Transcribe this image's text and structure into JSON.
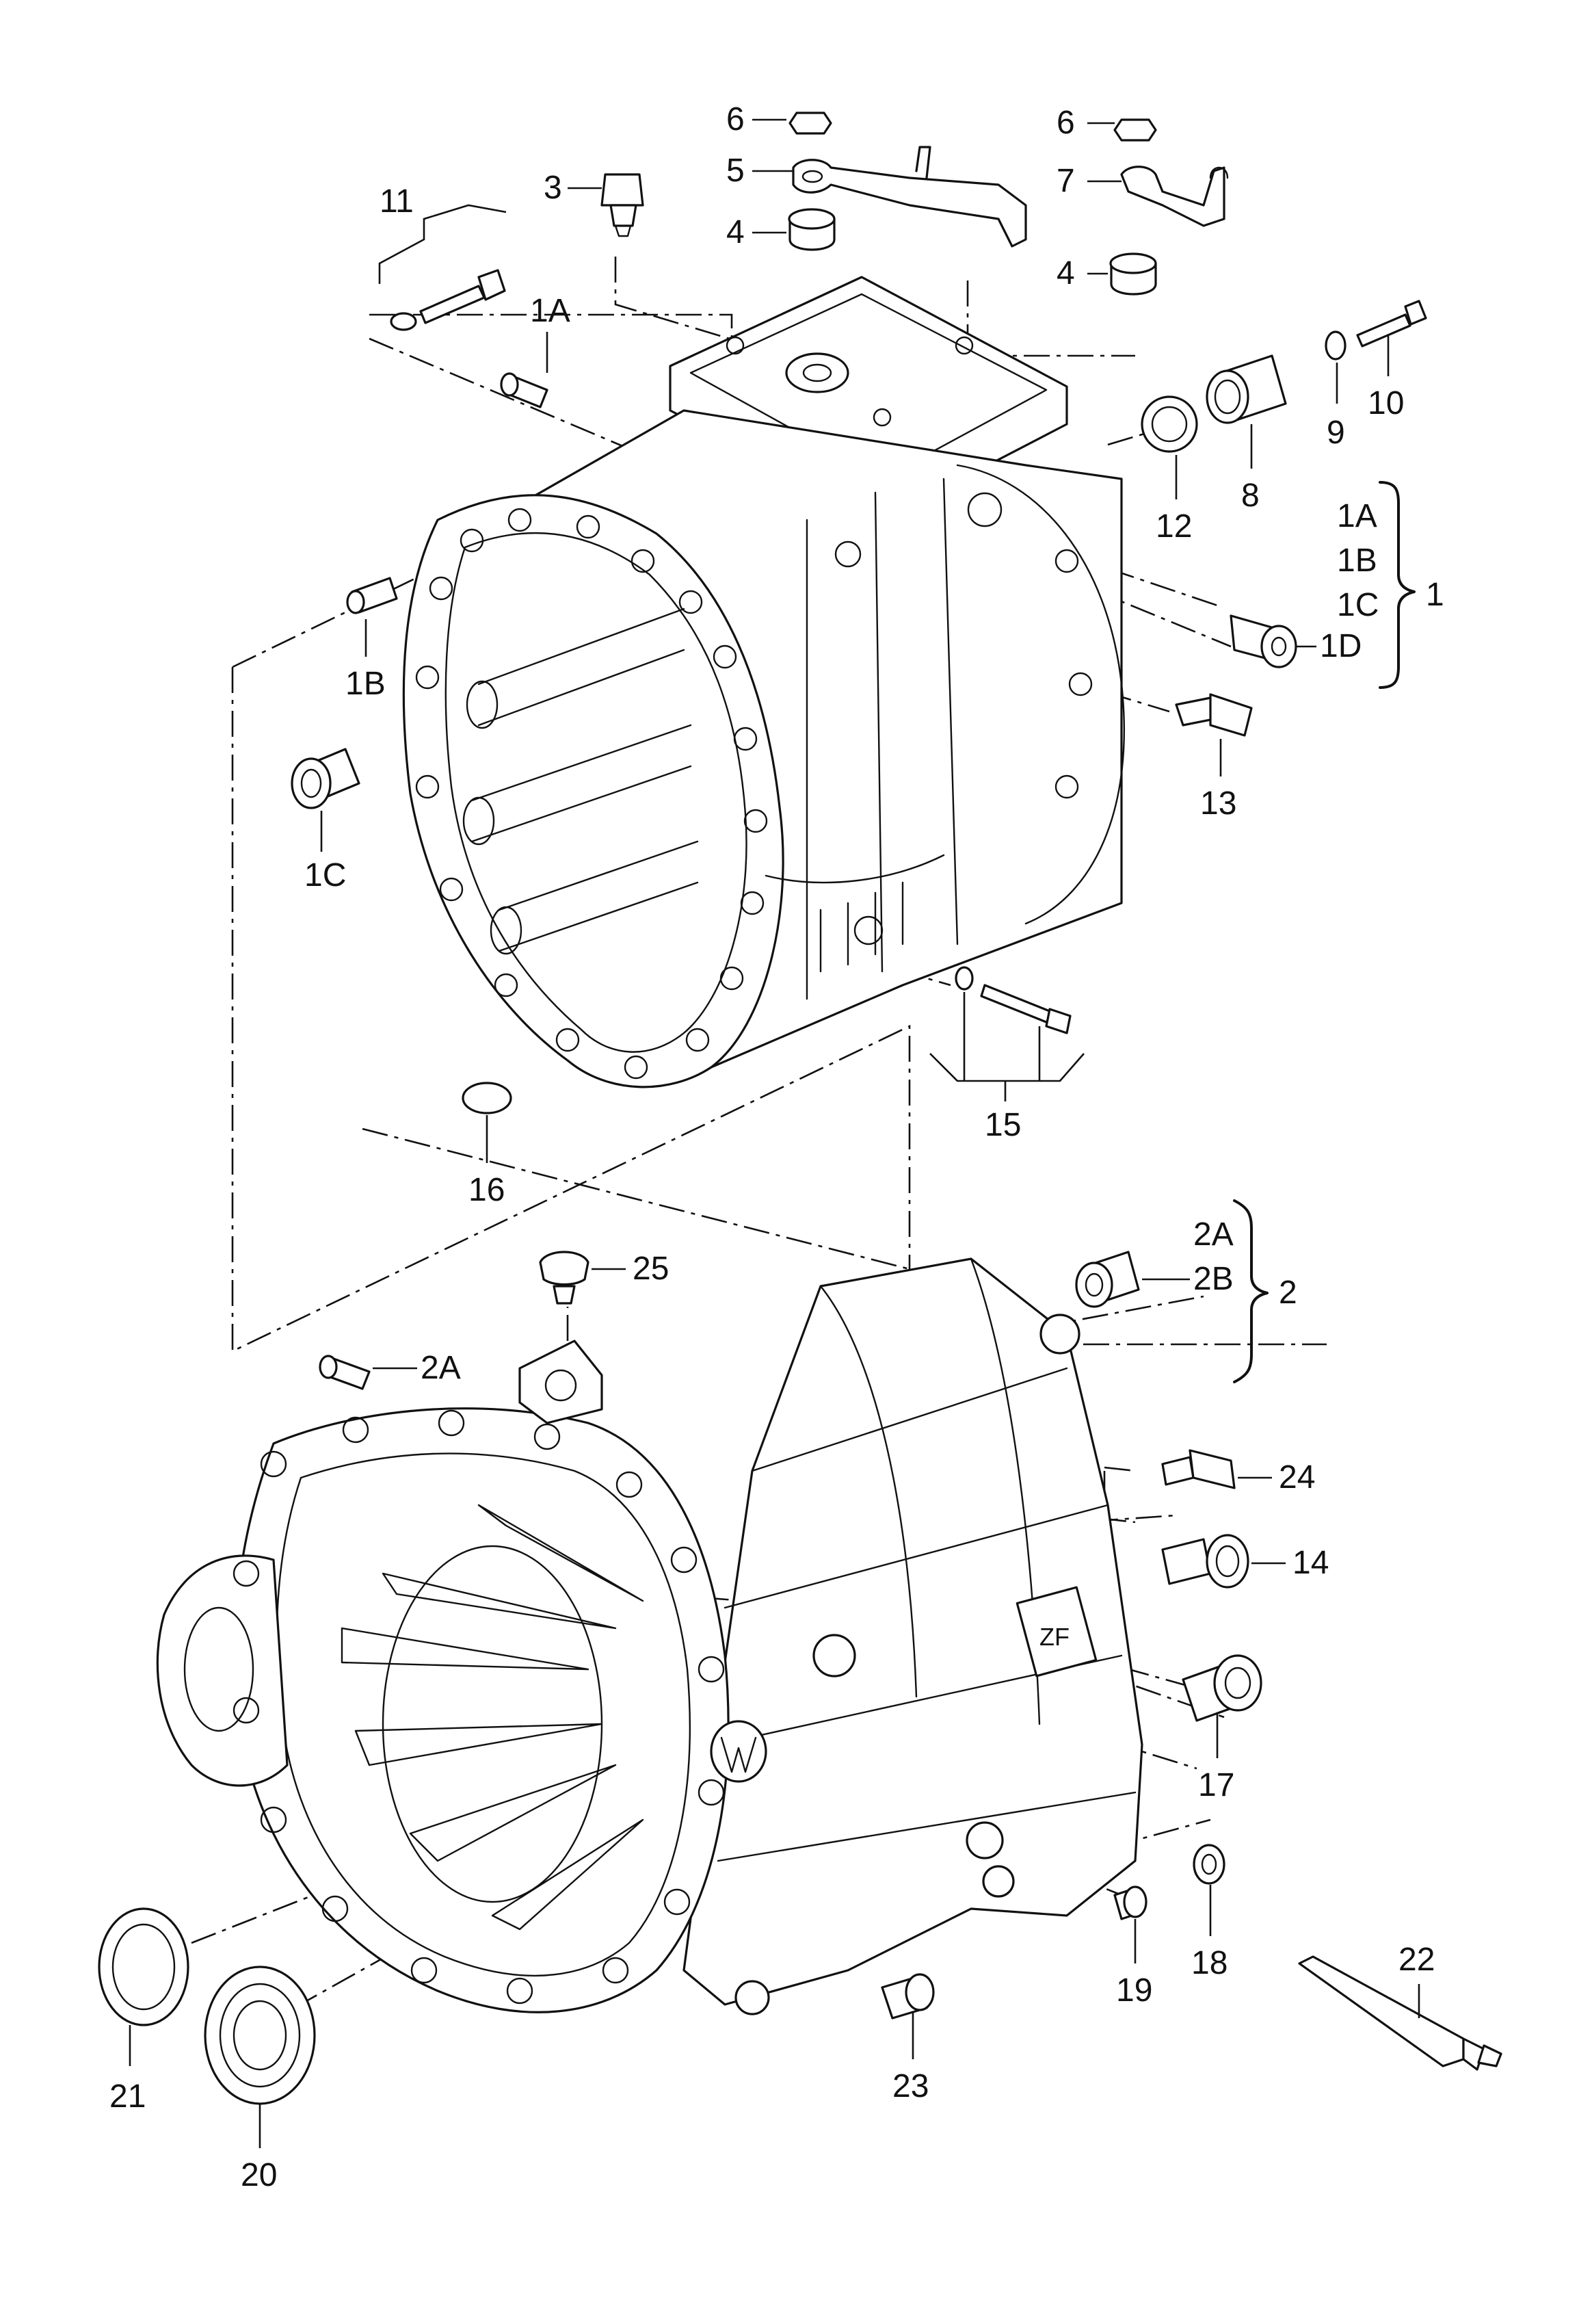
{
  "labels": {
    "p1": "1",
    "p1A": "1A",
    "p1B": "1B",
    "p1C": "1C",
    "p1D": "1D",
    "p2": "2",
    "p2A": "2A",
    "p2B": "2B",
    "p3": "3",
    "p4": "4",
    "p5": "5",
    "p6": "6",
    "p7": "7",
    "p8": "8",
    "p9": "9",
    "p10": "10",
    "p11": "11",
    "p12": "12",
    "p13": "13",
    "p14": "14",
    "p15": "15",
    "p16": "16",
    "p17": "17",
    "p18": "18",
    "p19": "19",
    "p20": "20",
    "p21": "21",
    "p22": "22",
    "p23": "23",
    "p24": "24",
    "p25": "25"
  },
  "icons": [
    "gearbox-housing",
    "clutch-housing",
    "bolt",
    "seal",
    "plug",
    "switch",
    "bracket",
    "sealant-tube"
  ]
}
